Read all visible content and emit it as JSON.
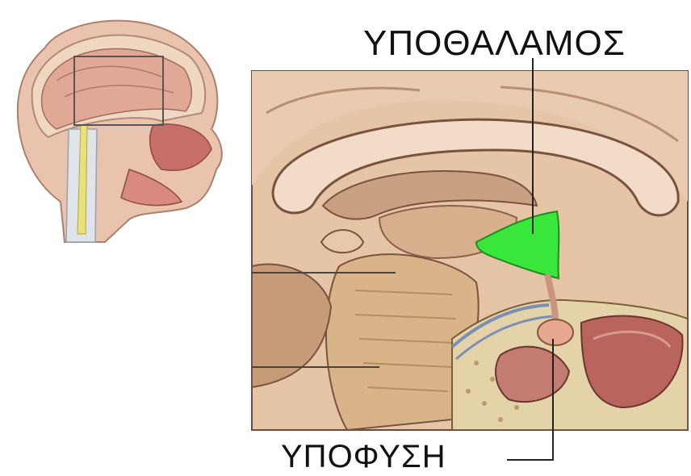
{
  "labels": {
    "hypothalamus": "ΥΠΟΘΑΛΑΜΟΣ",
    "pituitary": "ΥΠΟΦΥΣΗ"
  },
  "colors": {
    "background": "#ffffff",
    "hypothalamus_highlight": "#39e63a",
    "tissue": "#e7c8a8",
    "tissue_dark": "#9c6a52",
    "callosum": "#f3dcc6",
    "brainstem": "#d9b489",
    "pharynx": "#b9645c",
    "leader_line": "#222222"
  },
  "icons": [
    "head-sagittal-thumbnail",
    "brain-sagittal-closeup"
  ]
}
